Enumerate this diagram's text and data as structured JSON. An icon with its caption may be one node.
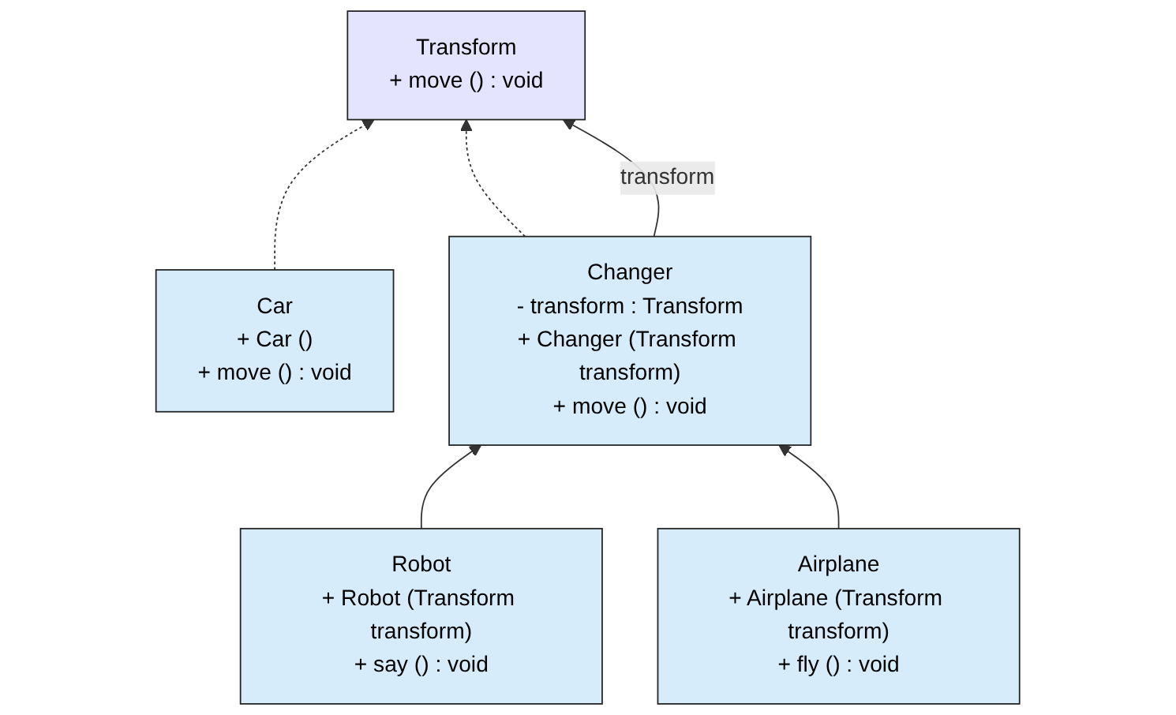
{
  "diagram": {
    "nodes": [
      {
        "text": [
          "Transform",
          "+ move () : void"
        ]
      },
      {
        "text": [
          "Car",
          "+ Car ()",
          "+ move () : void"
        ]
      },
      {
        "text": [
          "Changer",
          "- transform : Transform",
          "+ Changer (Transform transform)",
          "+ move () : void"
        ]
      },
      {
        "text": [
          "Robot",
          "+ Robot (Transform transform)",
          "+ say () : void"
        ]
      },
      {
        "text": [
          "Airplane",
          "+ Airplane (Transform transform)",
          "+ fly () : void"
        ]
      }
    ],
    "edges": [
      {
        "from": 1,
        "to": 0,
        "arrow": "to",
        "style": "dashed"
      },
      {
        "from": 2,
        "to": 0,
        "arrow": "to",
        "style": "dashed"
      },
      {
        "from": 2,
        "to": 0,
        "arrow": "to",
        "label": "transform"
      },
      {
        "from": 3,
        "to": 2,
        "arrow": "to"
      },
      {
        "from": 4,
        "to": 2,
        "arrow": "to"
      }
    ]
  }
}
